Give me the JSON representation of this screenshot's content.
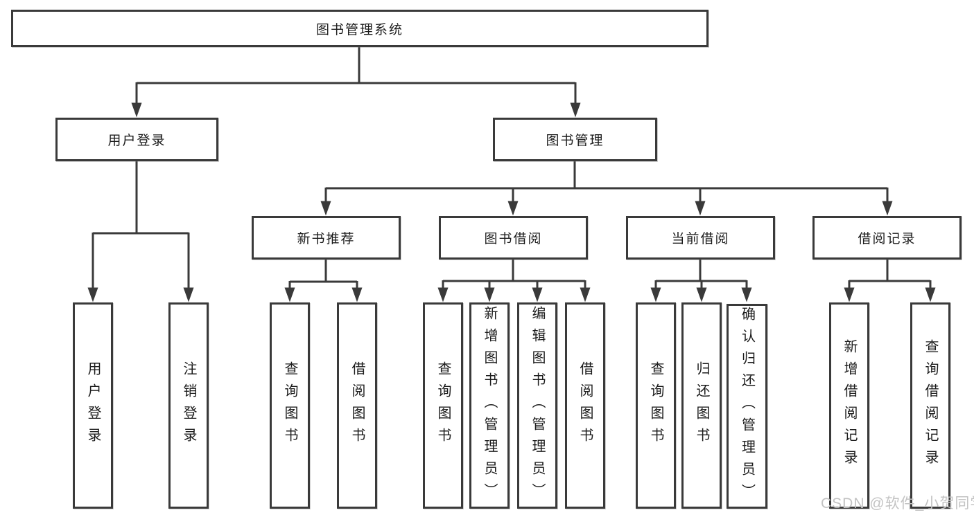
{
  "colors": {
    "line": "#3a3a3a",
    "box_border": "#3a3a3a",
    "box_fill": "#ffffff",
    "text": "#1c1c1c",
    "background": "#ffffff",
    "watermark": "#c3c3c3"
  },
  "watermark": {
    "text": "CSDN @软件_小贺同学"
  },
  "tree": {
    "root": {
      "label": "图书管理系统"
    },
    "branches": [
      {
        "label": "用户登录",
        "children": [
          {
            "label": "用户登录"
          },
          {
            "label": "注销登录"
          }
        ]
      },
      {
        "label": "图书管理",
        "children": [
          {
            "label": "新书推荐",
            "children": [
              {
                "label": "查询图书"
              },
              {
                "label": "借阅图书"
              }
            ]
          },
          {
            "label": "图书借阅",
            "children": [
              {
                "label": "查询图书"
              },
              {
                "label": "新增图书（管理员）"
              },
              {
                "label": "编辑图书（管理员）"
              },
              {
                "label": "借阅图书"
              }
            ]
          },
          {
            "label": "当前借阅",
            "children": [
              {
                "label": "查询图书"
              },
              {
                "label": "归还图书"
              },
              {
                "label": "确认归还（管理员）"
              }
            ]
          },
          {
            "label": "借阅记录",
            "children": [
              {
                "label": "新增借阅记录"
              },
              {
                "label": "查询借阅记录"
              }
            ]
          }
        ]
      }
    ]
  }
}
